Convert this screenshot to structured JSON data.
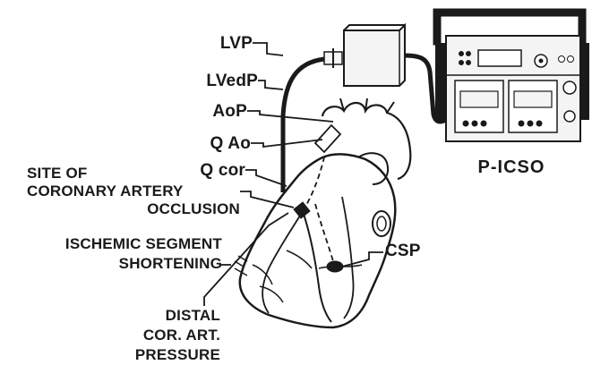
{
  "labels": {
    "lvp": "LVP",
    "lvedp": "LVedP",
    "aop": "AoP",
    "qao": "Q Ao",
    "qcor": "Q cor",
    "site_line1": "SITE OF",
    "site_line2": "CORONARY ARTERY",
    "site_line3": "OCCLUSION",
    "ischemic_line1": "ISCHEMIC SEGMENT",
    "ischemic_line2": "SHORTENING",
    "csp": "CSP",
    "distal_line1": "DISTAL",
    "distal_line2": "COR. ART.",
    "distal_line3": "PRESSURE",
    "device": "P-ICSO"
  },
  "colors": {
    "ink": "#1a1a1a",
    "background": "#ffffff",
    "device_fill": "#f4f4f4"
  }
}
